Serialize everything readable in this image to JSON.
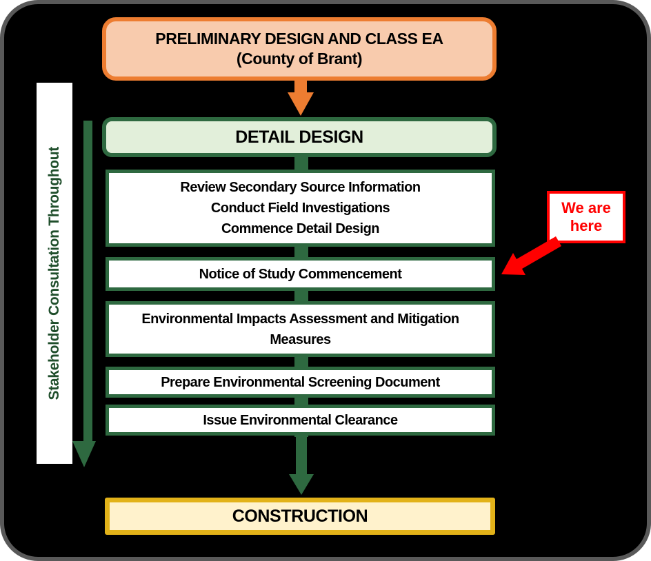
{
  "diagram": {
    "title_box": {
      "line1": "PRELIMINARY DESIGN AND CLASS EA",
      "line2": "(County of Brant)"
    },
    "detail_design_label": "DETAIL DESIGN",
    "steps": [
      {
        "lines": [
          "Review Secondary Source Information",
          "Conduct Field Investigations",
          "Commence Detail Design"
        ]
      },
      {
        "lines": [
          "Notice of Study Commencement"
        ]
      },
      {
        "lines": [
          "Environmental Impacts Assessment and Mitigation Measures"
        ]
      },
      {
        "lines": [
          "Prepare Environmental Screening Document"
        ]
      },
      {
        "lines": [
          "Issue Environmental Clearance"
        ]
      }
    ],
    "construction_label": "CONSTRUCTION",
    "sidebar_label": "Stakeholder Consultation Throughout",
    "annotation": {
      "line1": "We are",
      "line2": "here"
    },
    "colors": {
      "background": "#000000",
      "frame_border": "#595959",
      "orange_border": "#ED7D31",
      "orange_fill": "#F8CBAD",
      "green_dark": "#2E6940",
      "green_fill": "#E2EFDA",
      "green_text": "#1F4E2B",
      "gold_border": "#E2B219",
      "cream_fill": "#FFF2CC",
      "red_accent": "#FF0000",
      "box_fill": "#FFFFFF"
    }
  }
}
